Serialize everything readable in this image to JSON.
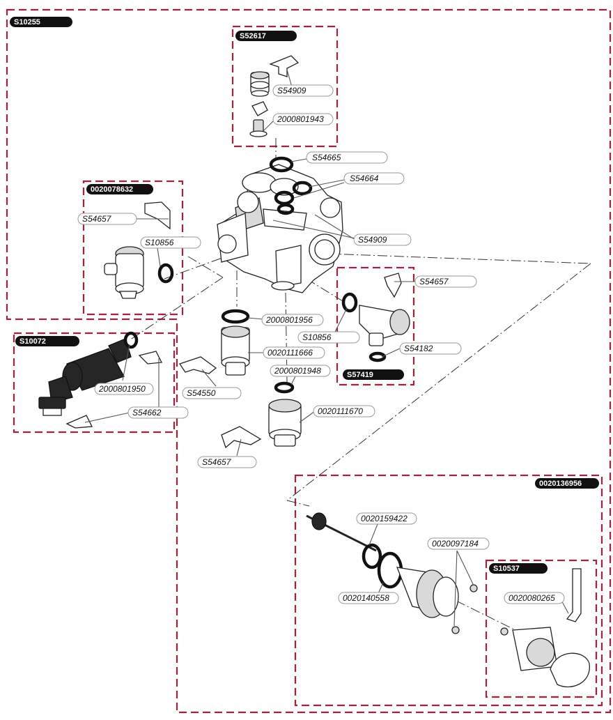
{
  "colors": {
    "group_border": "#a8203a",
    "tag_background": "#111111",
    "tag_text": "#ffffff",
    "callout_border": "#9a9a9a"
  },
  "groups": {
    "s10255": "S10255",
    "s52617": "S52617",
    "g0020078632": "0020078632",
    "s10072": "S10072",
    "s57419": "S57419",
    "g0020136956": "0020136956",
    "s10537": "S10537"
  },
  "callouts": {
    "c_s54909_top": "S54909",
    "c_2000801943": "2000801943",
    "c_s54665": "S54665",
    "c_s54664": "S54664",
    "c_s54909_mid": "S54909",
    "c_s54657_left": "S54657",
    "c_s10856_left": "S10856",
    "c_2000801956": "2000801956",
    "c_0020111666": "0020111666",
    "c_2000801948": "2000801948",
    "c_0020111670": "0020111670",
    "c_s54550": "S54550",
    "c_s54657_bottom": "S54657",
    "c_2000801950": "2000801950",
    "c_s54662": "S54662",
    "c_s54657_right": "S54657",
    "c_s10856_right": "S10856",
    "c_s54182": "S54182",
    "c_0020159422": "0020159422",
    "c_0020140558": "0020140558",
    "c_0020097184": "0020097184",
    "c_0020080265": "0020080265"
  }
}
